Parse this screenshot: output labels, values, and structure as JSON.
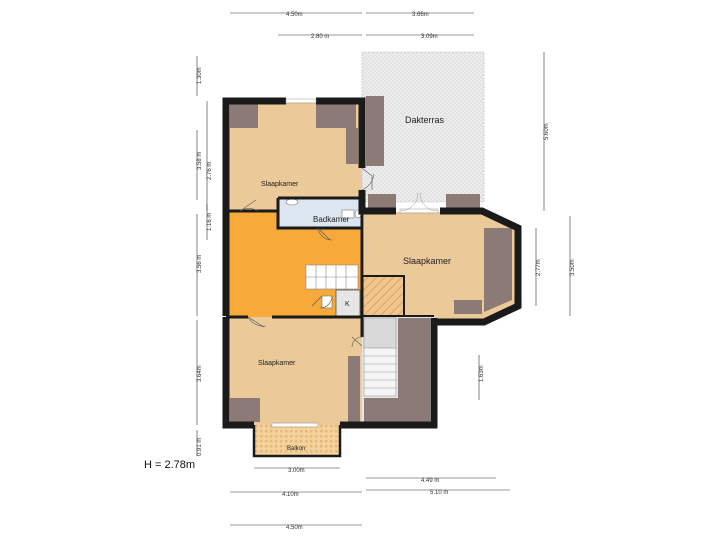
{
  "rooms": {
    "dakterras": "Dakterras",
    "slaapkamer_top": "Slaapkamer",
    "badkamer": "Badkamer",
    "slaapkamer_right": "Slaapkamer",
    "slaapkamer_bottom": "Slaapkamer",
    "k": "K",
    "balkon": "Balkon"
  },
  "height_note": "H = 2.78m",
  "dimensions": {
    "top_1": "4.50m",
    "top_2": "3.66m",
    "top_3": "2.80 m",
    "top_4": "3.09m",
    "left_1": "1.30m",
    "left_2": "3.58 m",
    "left_3": "2.76 m",
    "left_4": "1.16 m",
    "left_5": "3.56 m",
    "left_6": "3.64m",
    "left_7": "0.91 m",
    "right_1": "5.60m",
    "right_2": "2.77m",
    "right_3": "3.50m",
    "right_4": "1.63m",
    "bottom_1": "3.00m",
    "bottom_2": "4.49 m",
    "bottom_3": "4.10m",
    "bottom_4": "5.10 m",
    "bottom_5": "4.50m"
  },
  "colors": {
    "room_beige": "#ebc998",
    "hall_orange": "#f7a93a",
    "bath_blue": "#dbe6f0",
    "terrace_grey": "#e6e6e6",
    "wall": "#1a1a1a",
    "furniture": "#8b7a76"
  }
}
